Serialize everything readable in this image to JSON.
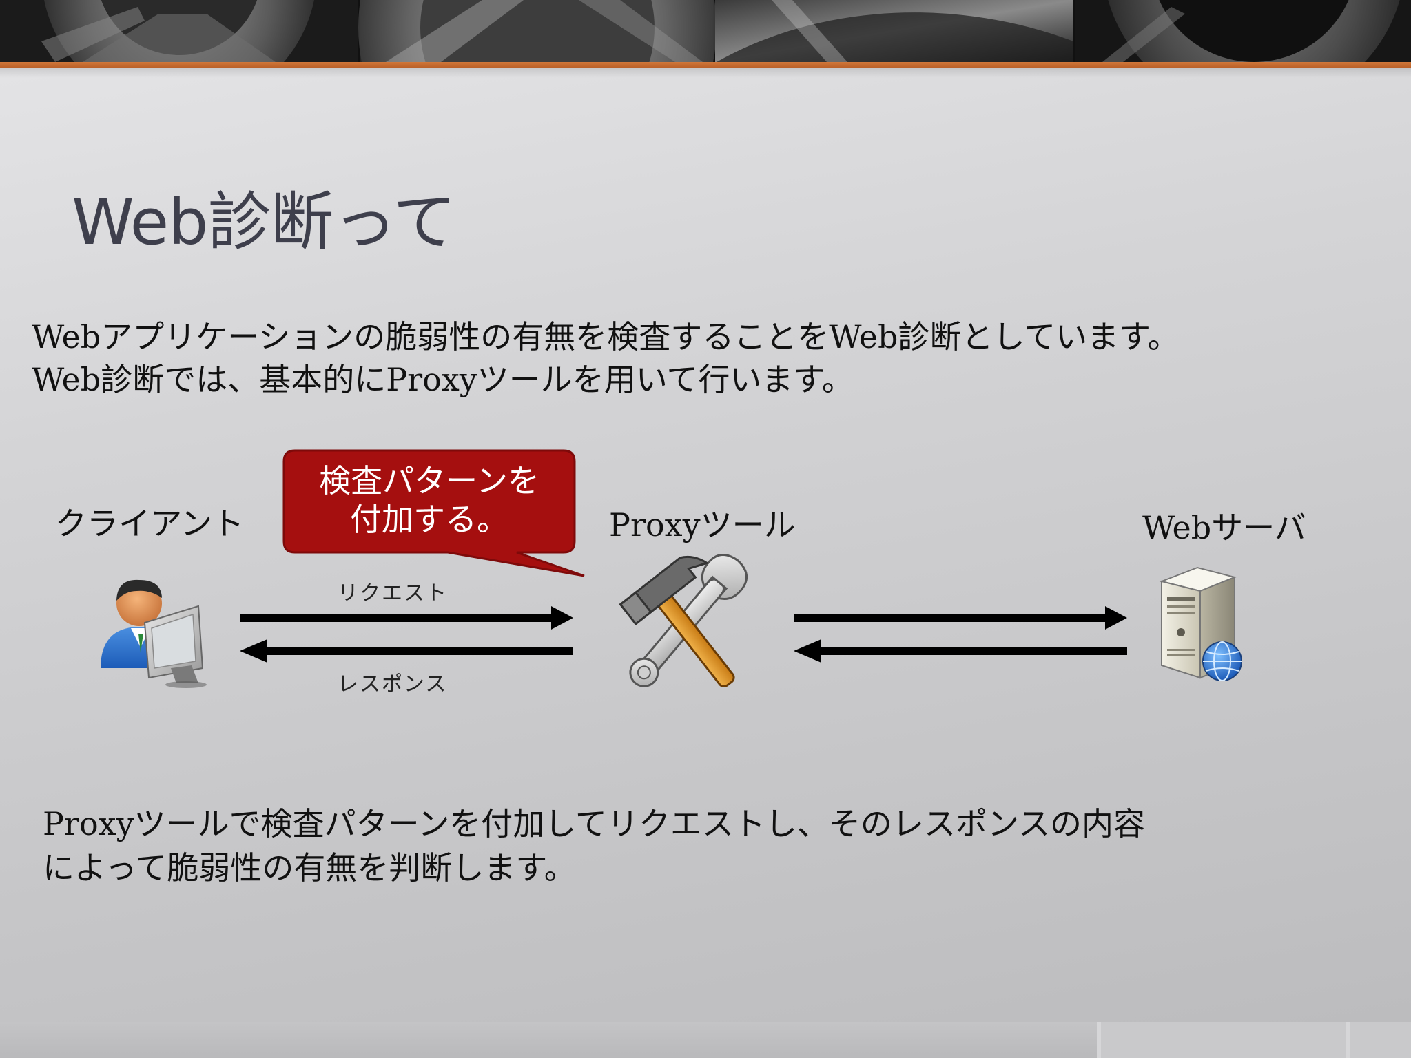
{
  "slide": {
    "title": "Web診断って",
    "intro_lines": [
      "Webアプリケーションの脆弱性の有無を検査することをWeb診断としています。",
      "Web診断では、基本的にProxyツールを用いて行います。"
    ],
    "summary_lines": [
      "Proxyツールで検査パターンを付加してリクエストし、そのレスポンスの内容",
      "によって脆弱性の有無を判断します。"
    ]
  },
  "diagram": {
    "nodes": {
      "client": "クライアント",
      "proxy": "Proxyツール",
      "server": "Webサーバ"
    },
    "arrow_labels": {
      "request": "リクエスト",
      "response": "レスポンス"
    },
    "callout_lines": [
      "検査パターンを",
      "付加する。"
    ],
    "icons": {
      "client": "user-at-computer-icon",
      "proxy": "wrench-hammer-tools-icon",
      "server": "web-server-globe-icon"
    }
  },
  "colors": {
    "title": "#3e3f4c",
    "accent_stripe": "#c86a2e",
    "callout_fill": "#a50f0f",
    "arrow": "#000000"
  }
}
